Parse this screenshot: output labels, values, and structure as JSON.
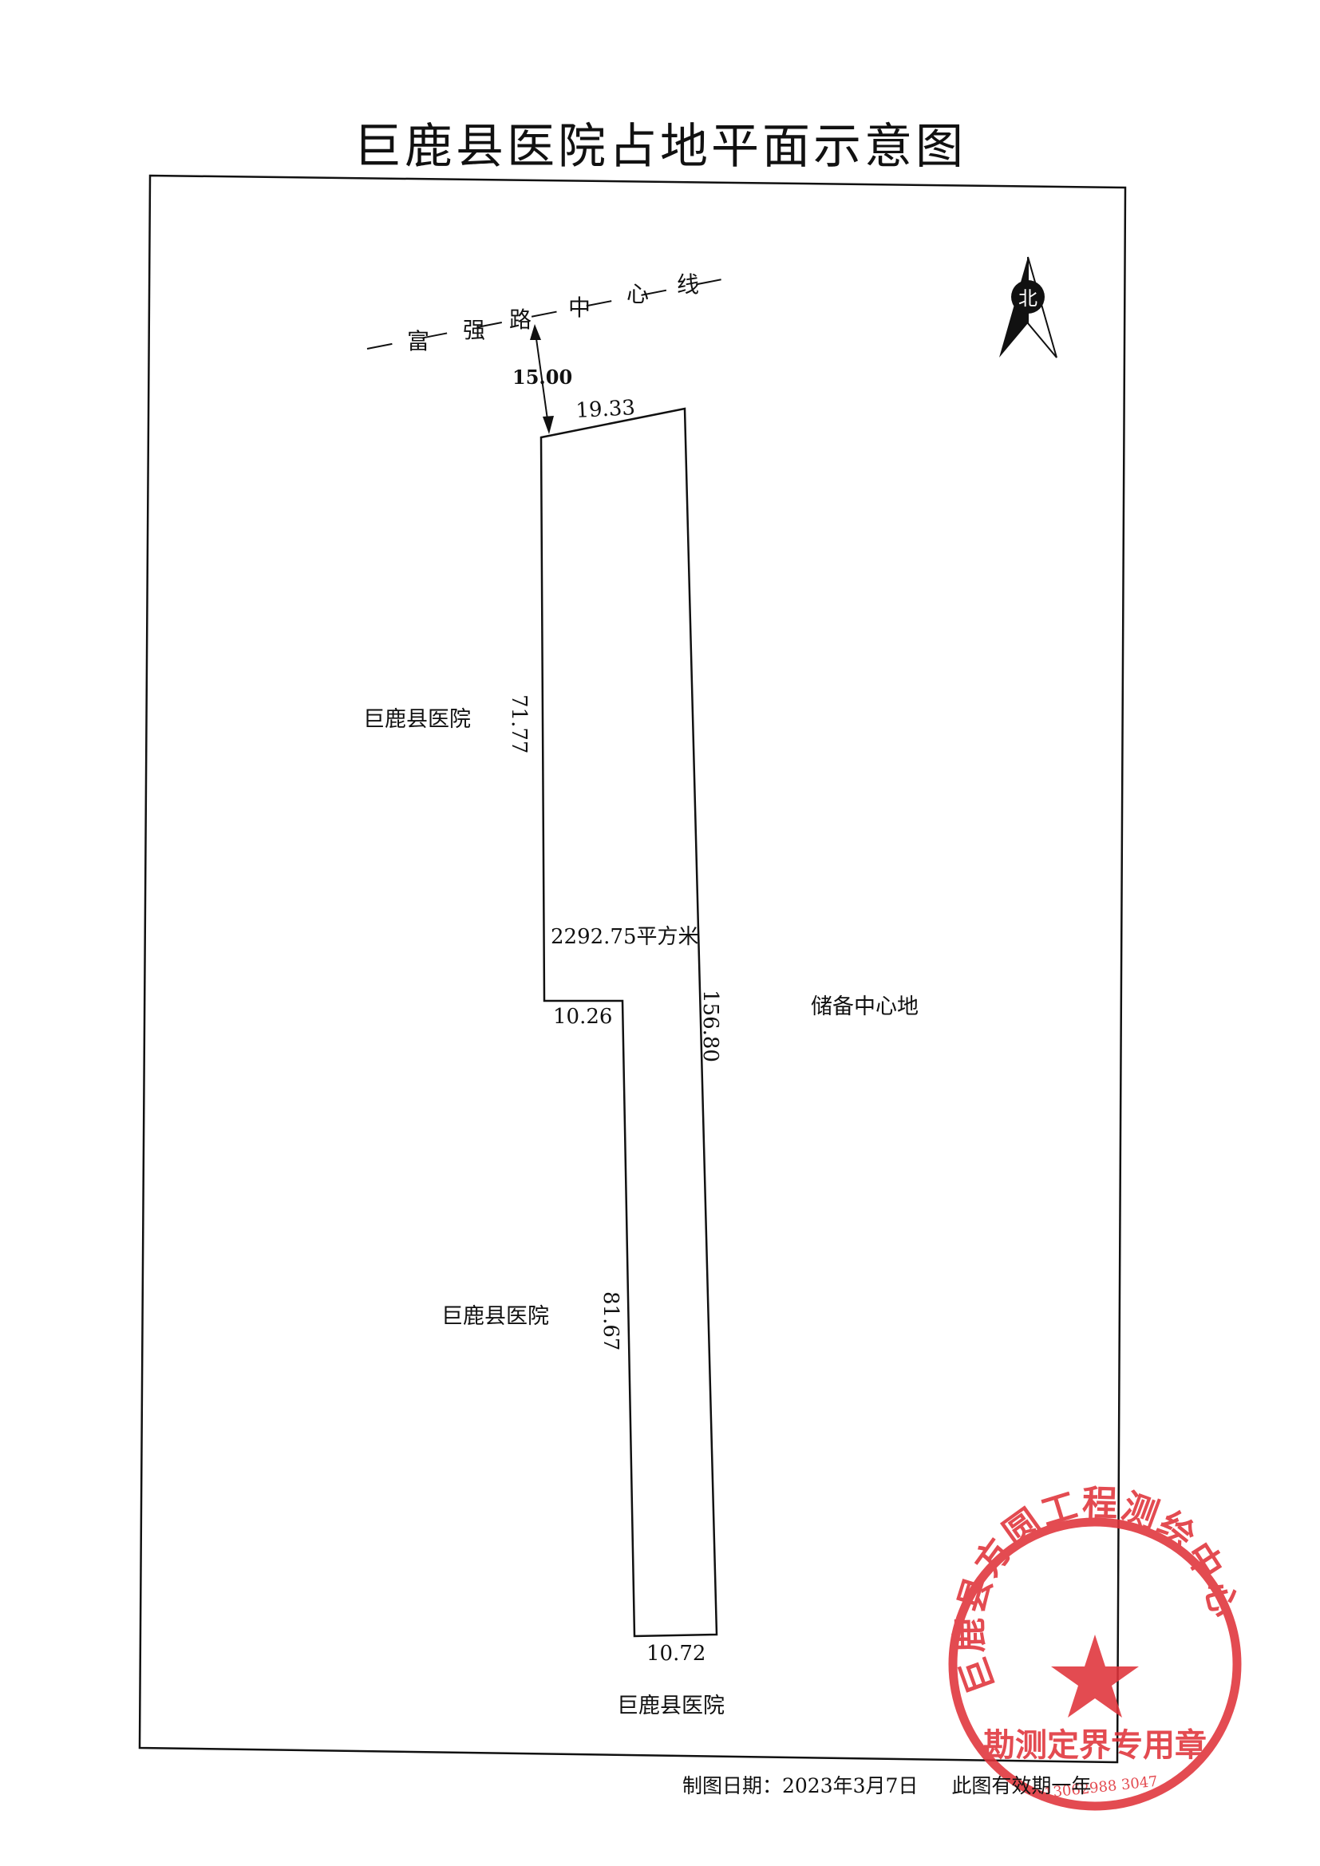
{
  "document": {
    "title": "巨鹿县医院占地平面示意图",
    "road_centerline_chars": [
      "富",
      "强",
      "路",
      "中",
      "心",
      "线"
    ],
    "setback": "15.00",
    "north_label": "北",
    "dimensions": {
      "top_edge": "19.33",
      "left_upper_edge": "71.77",
      "notch_edge": "10.26",
      "left_lower_edge": "81.67",
      "right_edge": "156.80",
      "bottom_edge": "10.72"
    },
    "area": "2292.75平方米",
    "neighbors": {
      "west_upper": "巨鹿县医院",
      "west_lower": "巨鹿县医院",
      "east": "储备中心地",
      "south": "巨鹿县医院"
    },
    "footer": {
      "date": "制图日期：2023年3月7日",
      "validity": "此图有效期一年"
    },
    "seal": {
      "top_text": "巨鹿县方圆工程测绘中心",
      "bottom_text": "勘测定界专用章",
      "number": "13062988 3047",
      "color": "#e0333a"
    }
  }
}
